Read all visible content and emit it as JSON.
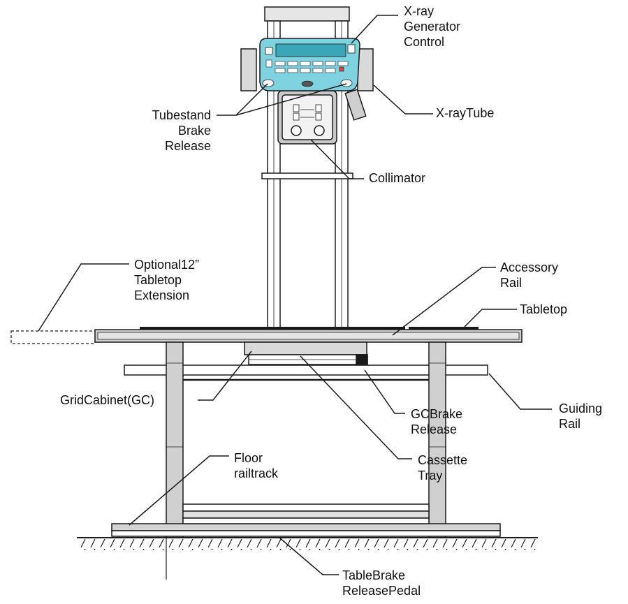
{
  "labels": {
    "xray_generator_control": [
      "X-ray",
      "Generator",
      "Control"
    ],
    "xray_tube": [
      "X-rayTube"
    ],
    "tubestand_brake_release": [
      "Tubestand",
      "Brake",
      "Release"
    ],
    "collimator": [
      "Collimator"
    ],
    "optional_tabletop_extension": [
      "Optional12”",
      "Tabletop",
      "Extension"
    ],
    "accessory_rail": [
      "Accessory",
      "Rail"
    ],
    "tabletop": [
      "Tabletop"
    ],
    "grid_cabinet": [
      "GridCabinet(GC)"
    ],
    "guiding_rail": [
      "Guiding",
      "Rail"
    ],
    "gc_brake_release": [
      "GCBrake",
      "Release"
    ],
    "cassette_tray": [
      "Cassette",
      "Tray"
    ],
    "floor_railtrack": [
      "Floor",
      "railtrack"
    ],
    "table_brake_release_pedal": [
      "TableBrake",
      "ReleasePedal"
    ]
  },
  "colors": {
    "line": "#1a1a1a",
    "panel": "#7fd3e0",
    "panel_dark": "#3aa6b8",
    "gray": "#d4d4d4"
  }
}
